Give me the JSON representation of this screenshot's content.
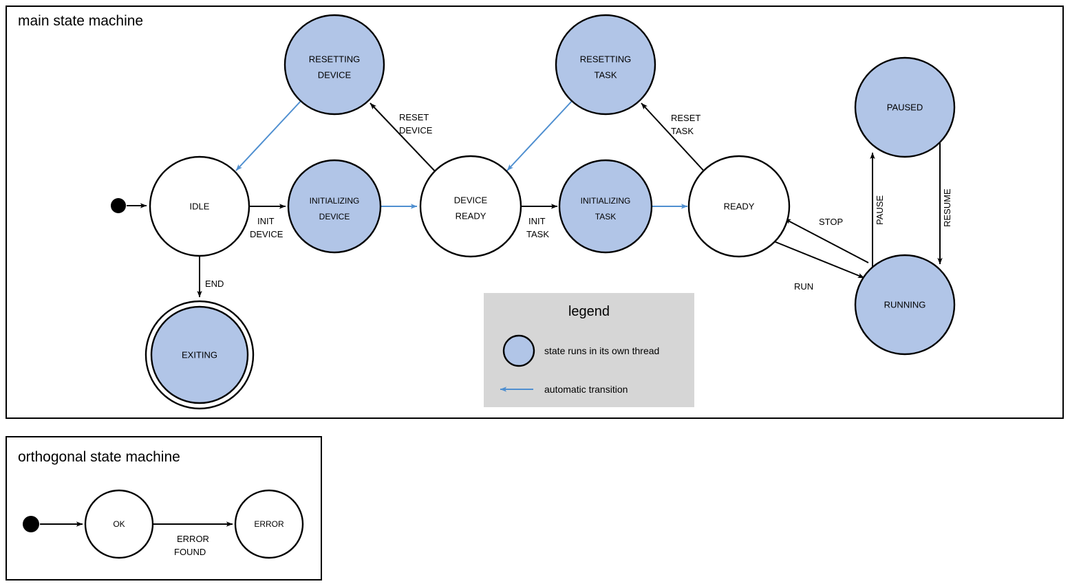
{
  "colors": {
    "thread_state_fill": "#b1c5e7",
    "plain_state_fill": "#ffffff",
    "stroke": "#000000",
    "auto_transition": "#4f8fd0",
    "legend_bg": "#d6d6d6",
    "page_bg": "#ffffff"
  },
  "main_machine": {
    "title": "main state machine",
    "states": [
      {
        "id": "idle",
        "label_line1": "IDLE",
        "label_line2": "",
        "thread": false,
        "final": false
      },
      {
        "id": "resetting-device",
        "label_line1": "RESETTING",
        "label_line2": "DEVICE",
        "thread": true,
        "final": false
      },
      {
        "id": "initializing-device",
        "label_line1": "INITIALIZING",
        "label_line2": "DEVICE",
        "thread": true,
        "final": false
      },
      {
        "id": "device-ready",
        "label_line1": "DEVICE",
        "label_line2": "READY",
        "thread": false,
        "final": false
      },
      {
        "id": "resetting-task",
        "label_line1": "RESETTING",
        "label_line2": "TASK",
        "thread": true,
        "final": false
      },
      {
        "id": "initializing-task",
        "label_line1": "INITIALIZING",
        "label_line2": "TASK",
        "thread": true,
        "final": false
      },
      {
        "id": "ready",
        "label_line1": "READY",
        "label_line2": "",
        "thread": false,
        "final": false
      },
      {
        "id": "paused",
        "label_line1": "PAUSED",
        "label_line2": "",
        "thread": true,
        "final": false
      },
      {
        "id": "running",
        "label_line1": "RUNNING",
        "label_line2": "",
        "thread": true,
        "final": false
      },
      {
        "id": "exiting",
        "label_line1": "EXITING",
        "label_line2": "",
        "thread": true,
        "final": true
      }
    ],
    "transitions": [
      {
        "id": "init-device",
        "from": "idle",
        "to": "initializing-device",
        "label_line1": "INIT",
        "label_line2": "DEVICE",
        "auto": false
      },
      {
        "id": "end",
        "from": "idle",
        "to": "exiting",
        "label_line1": "END",
        "label_line2": "",
        "auto": false
      },
      {
        "id": "auto-dev-ready",
        "from": "initializing-device",
        "to": "device-ready",
        "label_line1": "",
        "label_line2": "",
        "auto": true
      },
      {
        "id": "reset-device",
        "from": "device-ready",
        "to": "resetting-device",
        "label_line1": "RESET",
        "label_line2": "DEVICE",
        "auto": false
      },
      {
        "id": "auto-idle",
        "from": "resetting-device",
        "to": "idle",
        "label_line1": "",
        "label_line2": "",
        "auto": true
      },
      {
        "id": "init-task",
        "from": "device-ready",
        "to": "initializing-task",
        "label_line1": "INIT",
        "label_line2": "TASK",
        "auto": false
      },
      {
        "id": "auto-ready",
        "from": "initializing-task",
        "to": "ready",
        "label_line1": "",
        "label_line2": "",
        "auto": true
      },
      {
        "id": "reset-task",
        "from": "ready",
        "to": "resetting-task",
        "label_line1": "RESET",
        "label_line2": "TASK",
        "auto": false
      },
      {
        "id": "auto-device-ready",
        "from": "resetting-task",
        "to": "device-ready",
        "label_line1": "",
        "label_line2": "",
        "auto": true
      },
      {
        "id": "run",
        "from": "ready",
        "to": "running",
        "label_line1": "RUN",
        "label_line2": "",
        "auto": false
      },
      {
        "id": "stop",
        "from": "running",
        "to": "ready",
        "label_line1": "STOP",
        "label_line2": "",
        "auto": false
      },
      {
        "id": "pause",
        "from": "running",
        "to": "paused",
        "label_line1": "PAUSE",
        "label_line2": "",
        "auto": false
      },
      {
        "id": "resume",
        "from": "paused",
        "to": "running",
        "label_line1": "RESUME",
        "label_line2": "",
        "auto": false
      }
    ]
  },
  "legend": {
    "title": "legend",
    "items": [
      {
        "id": "thread-state",
        "symbol": "filled-circle",
        "text": "state runs in its own thread"
      },
      {
        "id": "automatic-arrow",
        "symbol": "left-arrow",
        "text": "automatic transition"
      }
    ]
  },
  "orthogonal_machine": {
    "title": "orthogonal state machine",
    "states": [
      {
        "id": "ok",
        "label_line1": "OK",
        "label_line2": ""
      },
      {
        "id": "error",
        "label_line1": "ERROR",
        "label_line2": ""
      }
    ],
    "transitions": [
      {
        "id": "error-found",
        "from": "ok",
        "to": "error",
        "label_line1": "ERROR",
        "label_line2": "FOUND"
      }
    ]
  }
}
